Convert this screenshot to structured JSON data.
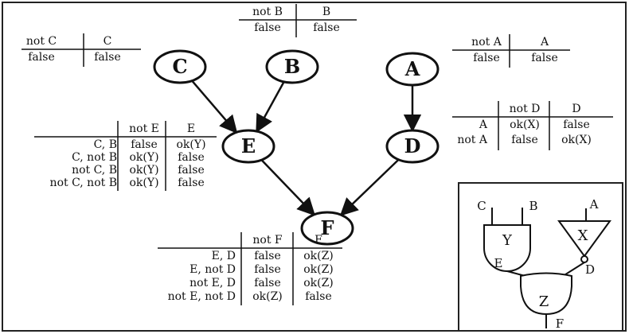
{
  "nodes": [
    {
      "id": "C",
      "label": "C"
    },
    {
      "id": "B",
      "label": "B"
    },
    {
      "id": "A",
      "label": "A"
    },
    {
      "id": "E",
      "label": "E"
    },
    {
      "id": "D",
      "label": "D"
    },
    {
      "id": "F",
      "label": "F"
    }
  ],
  "edges": [
    {
      "from": "C",
      "to": "E"
    },
    {
      "from": "B",
      "to": "E"
    },
    {
      "from": "A",
      "to": "D"
    },
    {
      "from": "E",
      "to": "F"
    },
    {
      "from": "D",
      "to": "F"
    }
  ],
  "tables": {
    "C": {
      "headers": [
        "not C",
        "C"
      ],
      "rows": [
        {
          "label": "",
          "cells": [
            "false",
            "false"
          ]
        }
      ]
    },
    "B": {
      "headers": [
        "not B",
        "B"
      ],
      "rows": [
        {
          "label": "",
          "cells": [
            "false",
            "false"
          ]
        }
      ]
    },
    "A": {
      "headers": [
        "not A",
        "A"
      ],
      "rows": [
        {
          "label": "",
          "cells": [
            "false",
            "false"
          ]
        }
      ]
    },
    "D": {
      "headers": [
        "not D",
        "D"
      ],
      "rows": [
        {
          "label": "A",
          "cells": [
            "ok(X)",
            "false"
          ]
        },
        {
          "label": "not A",
          "cells": [
            "false",
            "ok(X)"
          ]
        }
      ]
    },
    "E": {
      "headers": [
        "not E",
        "E"
      ],
      "rows": [
        {
          "label": "C, B",
          "cells": [
            "false",
            "ok(Y)"
          ]
        },
        {
          "label": "C, not B",
          "cells": [
            "ok(Y)",
            "false"
          ]
        },
        {
          "label": "not C, B",
          "cells": [
            "ok(Y)",
            "false"
          ]
        },
        {
          "label": "not C, not B",
          "cells": [
            "ok(Y)",
            "false"
          ]
        }
      ]
    },
    "F": {
      "headers": [
        "not F",
        "F"
      ],
      "rows": [
        {
          "label": "E, D",
          "cells": [
            "false",
            "ok(Z)"
          ]
        },
        {
          "label": "E, not D",
          "cells": [
            "false",
            "ok(Z)"
          ]
        },
        {
          "label": "not E, D",
          "cells": [
            "false",
            "ok(Z)"
          ]
        },
        {
          "label": "not E, not D",
          "cells": [
            "ok(Z)",
            "false"
          ]
        }
      ]
    }
  },
  "circuit": {
    "gates": {
      "Y": "Y",
      "X": "X",
      "Z": "Z"
    },
    "pins": {
      "C": "C",
      "B": "B",
      "A": "A",
      "E": "E",
      "D": "D",
      "F": "F"
    }
  }
}
